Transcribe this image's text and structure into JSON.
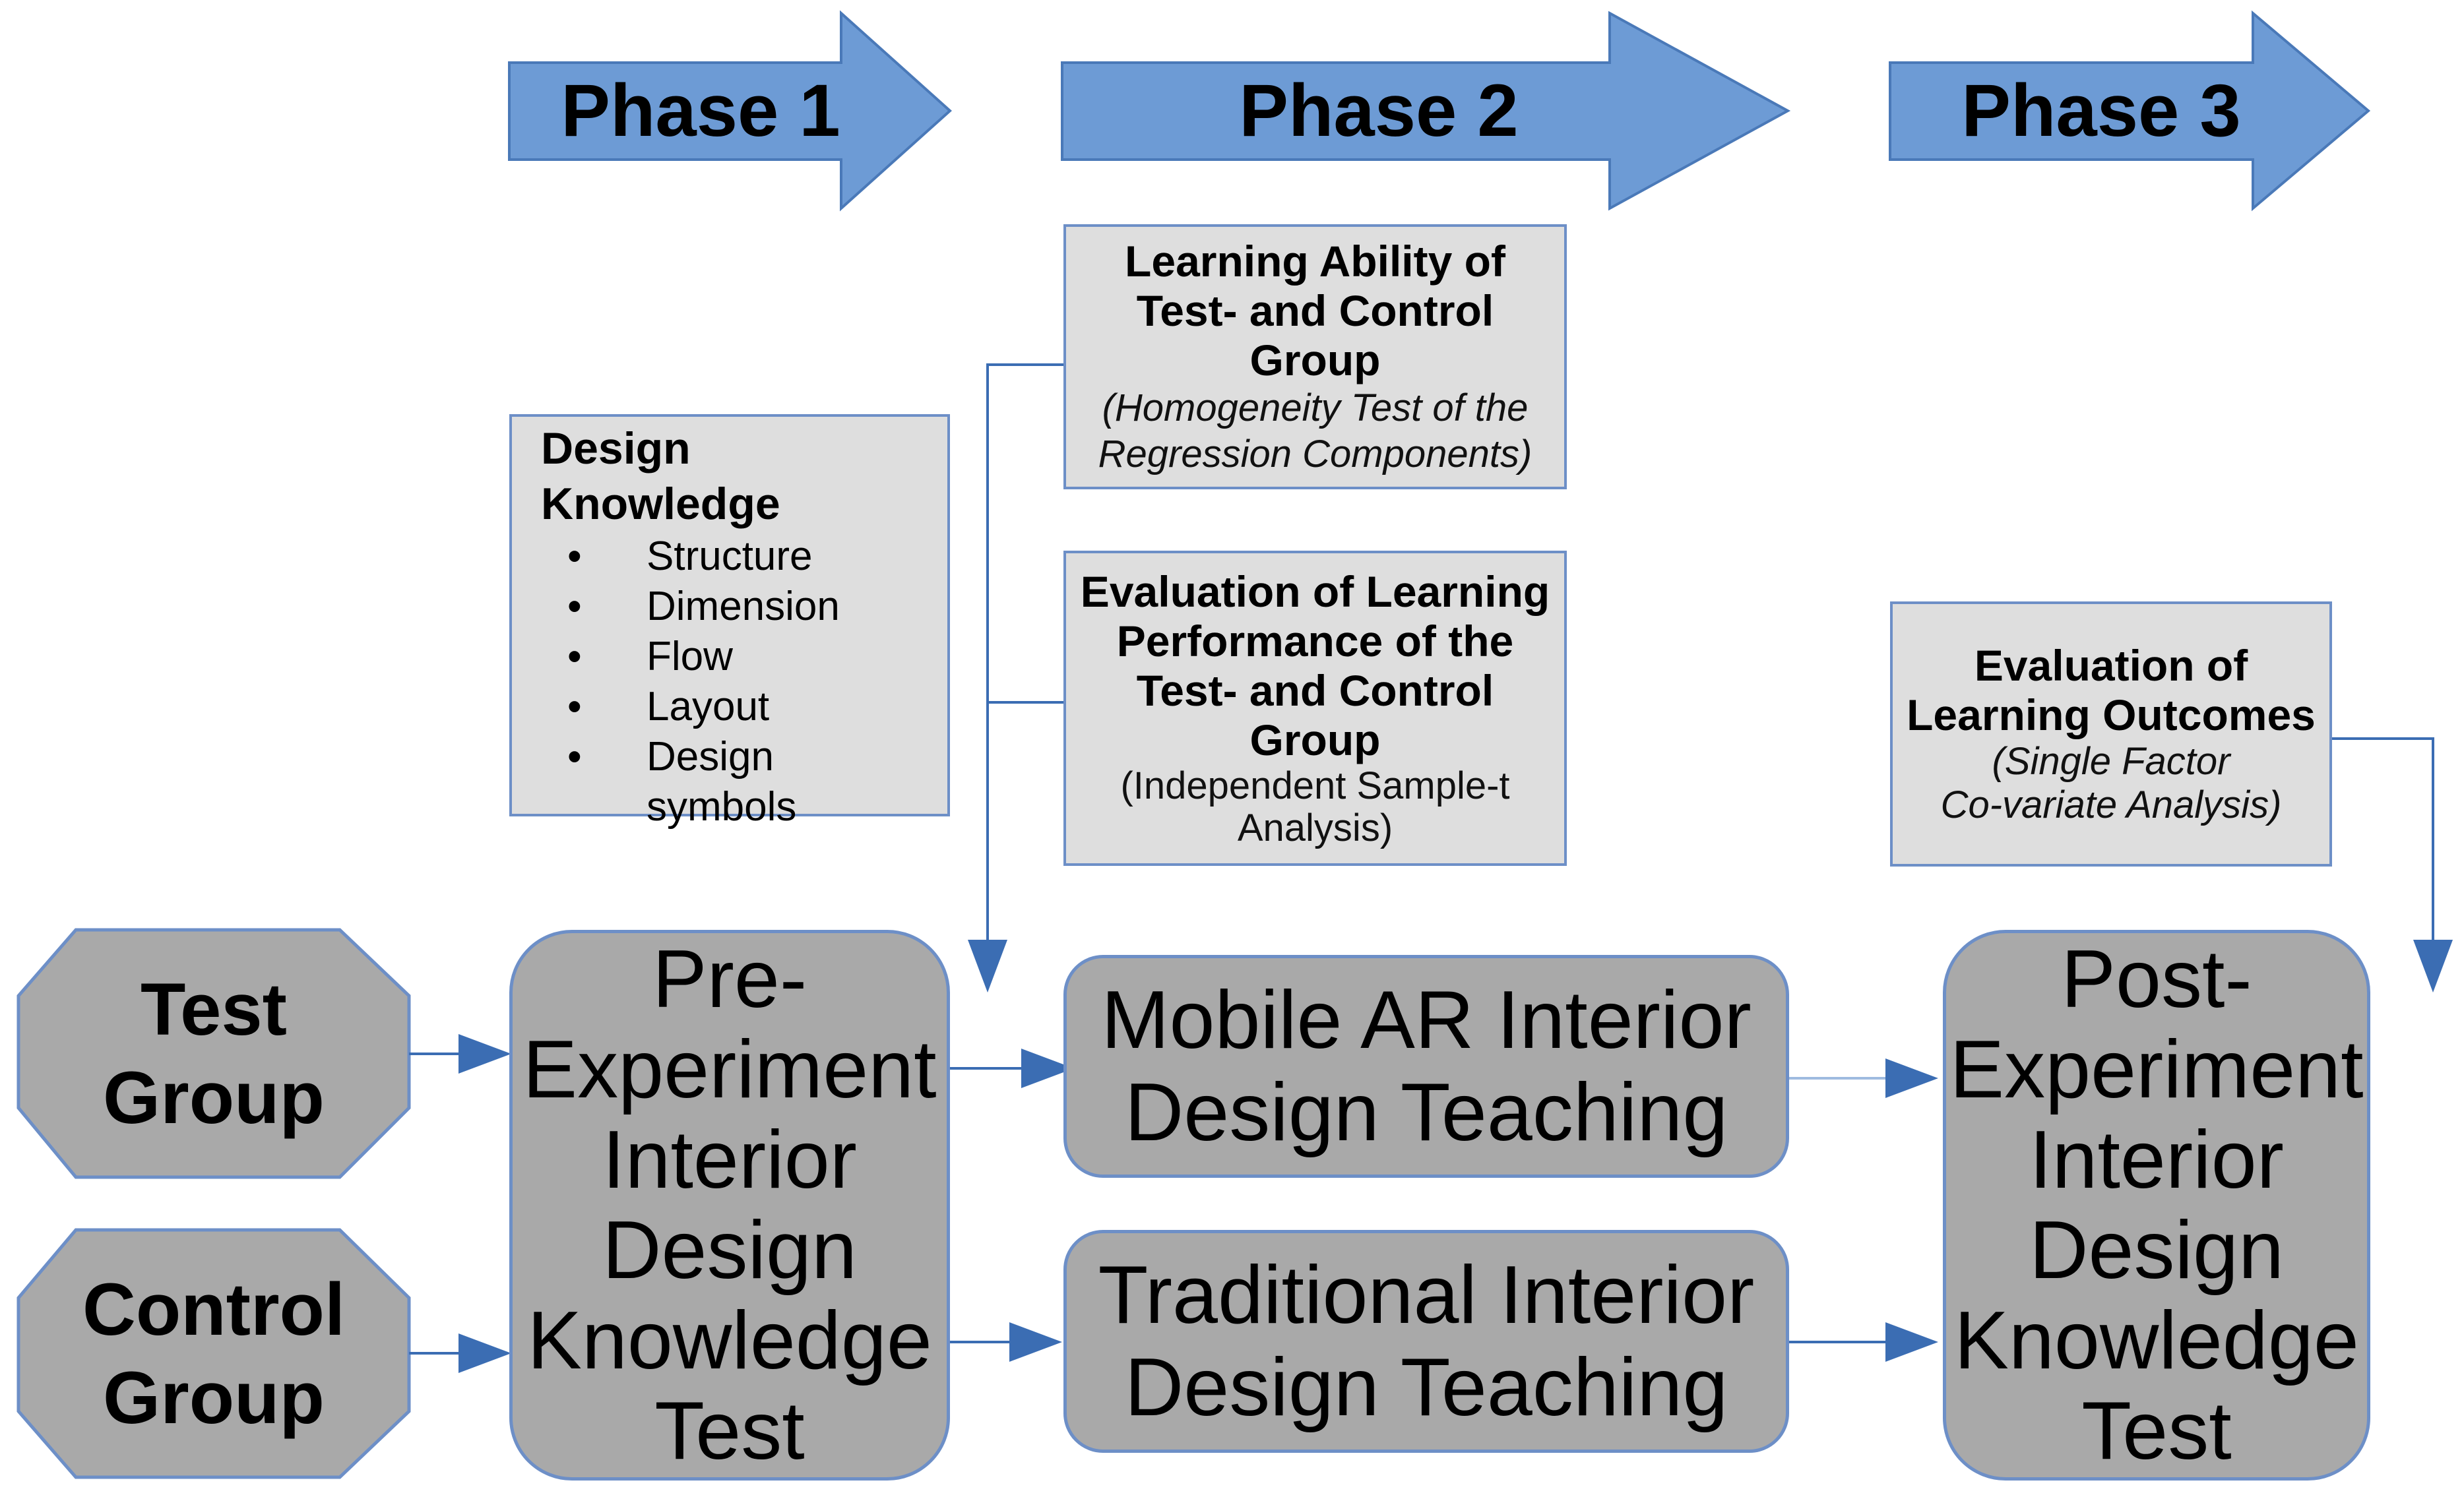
{
  "phases": [
    "Phase 1",
    "Phase 2",
    "Phase 3"
  ],
  "groups": {
    "test": [
      "Test",
      "Group"
    ],
    "control": [
      "Control",
      "Group"
    ]
  },
  "design_knowledge": {
    "title_lines": [
      "Design",
      "Knowledge"
    ],
    "items": [
      "Structure",
      "Dimension",
      "Flow",
      "Layout",
      "Design symbols"
    ]
  },
  "learning_ability": {
    "title_lines": [
      "Learning Ability of",
      "Test- and Control",
      "Group"
    ],
    "subtitle_lines": [
      "(Homogeneity Test of the",
      "Regression Components)"
    ]
  },
  "evaluation_performance": {
    "title_lines": [
      "Evaluation of Learning",
      "Performance of the",
      "Test- and Control",
      "Group"
    ],
    "subtitle_lines": [
      "(Independent Sample-t",
      "Analysis)"
    ]
  },
  "evaluation_outcomes": {
    "title_lines": [
      "Evaluation of",
      "Learning Outcomes"
    ],
    "subtitle_lines": [
      "(Single Factor",
      "Co-variate Analysis)"
    ]
  },
  "pre_test": [
    "Pre-",
    "Experiment",
    "Interior",
    "Design",
    "Knowledge",
    "Test"
  ],
  "mobile_ar": [
    "Mobile AR Interior",
    "Design Teaching"
  ],
  "traditional": [
    "Traditional Interior",
    "Design Teaching"
  ],
  "post_test": [
    "Post-",
    "Experiment",
    "Interior",
    "Design",
    "Knowledge",
    "Test"
  ],
  "colors": {
    "arrow_fill": "#6d9bd5",
    "arrow_stroke": "#4a79b8",
    "box_fill": "#dedede",
    "node_fill": "#a9a9a9",
    "border": "#6d8fc7",
    "connector": "#3b6db3"
  }
}
